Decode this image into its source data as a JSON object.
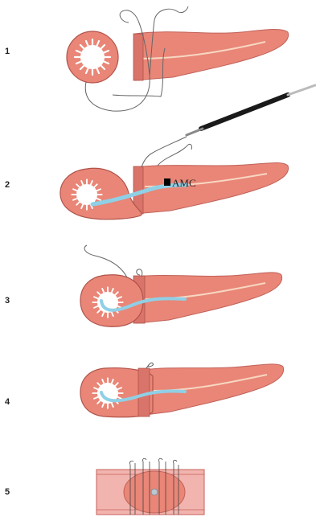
{
  "steps": [
    {
      "number": "1"
    },
    {
      "number": "2"
    },
    {
      "number": "3"
    },
    {
      "number": "4"
    },
    {
      "number": "5"
    }
  ],
  "annotation": {
    "label": "AMC"
  },
  "colors": {
    "tissue": "#e98677",
    "tissue_edge": "#b0534a",
    "lumen": "#ffffff",
    "duct_stent": "#8fd0e6",
    "suture": "#666666",
    "instrument": "#1a1a1a",
    "panel5": "#f2b4ae"
  }
}
